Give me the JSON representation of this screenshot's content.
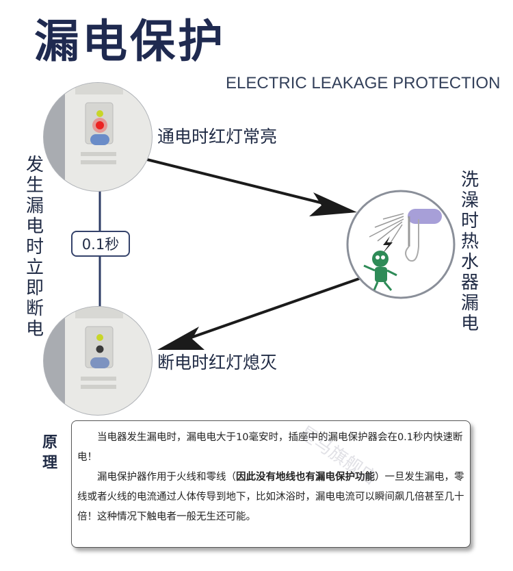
{
  "title": "漏电保护",
  "subtitle": "ELECTRIC LEAKAGE PROTECTION",
  "left_vertical": [
    "发",
    "生",
    "漏",
    "电",
    "时",
    "立",
    "即",
    "断",
    "电"
  ],
  "right_vertical": [
    "洗",
    "澡",
    "时",
    "热",
    "水",
    "器",
    "漏",
    "电"
  ],
  "label_top": "通电时红灯常亮",
  "label_bottom": "断电时红灯熄灭",
  "time_label": "0.1秒",
  "principle_title": [
    "原",
    "理"
  ],
  "principle": {
    "p1": "当电器发生漏电时，漏电电大于10毫安时，插座中的漏电保护器会在0.1秒内快速断电！",
    "p2_a": "漏电保护器作用于火线和零线（",
    "p2_bold": "因此没有地线也有漏电保护功能",
    "p2_b": "）一旦发生漏电，零线或者火线的电流通过人体传导到地下，比如沐浴时，漏电电流可以瞬间飙几倍甚至几十倍！这种情况下触电者一般无生还可能。"
  },
  "watermark": "星马旗舰店",
  "colors": {
    "title": "#1f2a50",
    "red_light": "#e02020",
    "green_light": "#c8d628"
  }
}
